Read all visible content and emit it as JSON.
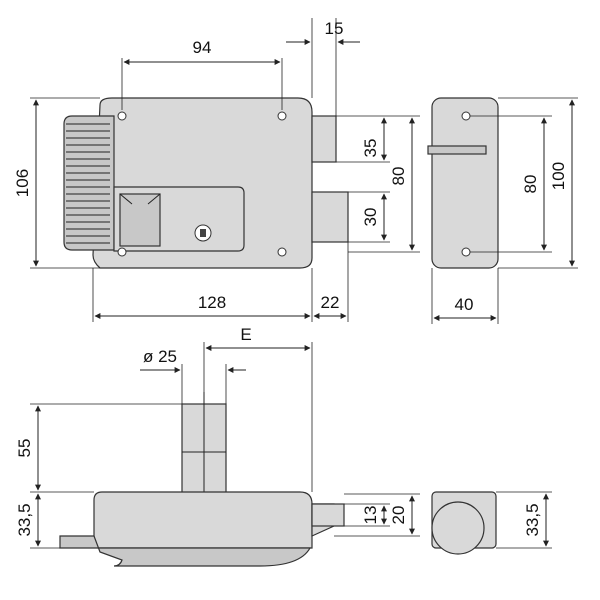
{
  "dimensions": {
    "front_width_between_holes": "94",
    "bolt_offset": "15",
    "front_height": "106",
    "bolt_height": "35",
    "latch_height": "30",
    "bolt_to_latch_span": "80",
    "body_width": "128",
    "latch_projection": "22",
    "side_height_inner": "80",
    "side_height_outer": "100",
    "side_depth": "40",
    "cylinder_diameter": "ø 25",
    "cylinder_offset_label": "E",
    "cylinder_length": "55",
    "body_depth": "33,5",
    "latch_thickness": "13",
    "bolt_thickness": "20",
    "end_depth": "33,5"
  },
  "colors": {
    "part_fill": "#d9d9d9",
    "line": "#222222"
  }
}
